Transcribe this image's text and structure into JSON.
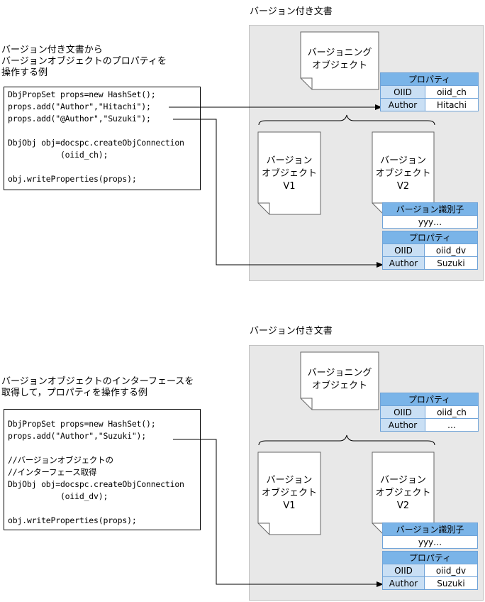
{
  "top": {
    "doc_title": "バージョン付き文書",
    "caption": [
      "バージョン付き文書から",
      "バージョンオブジェクトのプロパティを",
      "操作する例"
    ],
    "code": [
      "DbjPropSet props=new HashSet();",
      "props.add(\"Author\",\"Hitachi\");",
      "props.add(\"@Author\",\"Suzuki\");",
      "",
      "DbjObj obj=docspc.createObjConnection",
      "           (oiid_ch);",
      "",
      "obj.writeProperties(props);"
    ],
    "versioning_object": [
      "バージョニング",
      "オブジェクト"
    ],
    "versioning_props": {
      "header": "プロパティ",
      "rows": [
        [
          "OIID",
          "oiid_ch"
        ],
        [
          "Author",
          "Hitachi"
        ]
      ]
    },
    "version_v1": [
      "バージョン",
      "オブジェクト",
      "V1"
    ],
    "version_v2": [
      "バージョン",
      "オブジェクト",
      "V2"
    ],
    "version_id": {
      "header": "バージョン識別子",
      "value": "yyy…"
    },
    "version_props": {
      "header": "プロパティ",
      "rows": [
        [
          "OIID",
          "oiid_dv"
        ],
        [
          "Author",
          "Suzuki"
        ]
      ]
    }
  },
  "bottom": {
    "doc_title": "バージョン付き文書",
    "caption": [
      "バージョンオブジェクトのインターフェースを",
      "取得して，プロパティを操作する例"
    ],
    "code": [
      "DbjPropSet props=new HashSet();",
      "props.add(\"Author\",\"Suzuki\");",
      "",
      "//バージョンオブジェクトの",
      "//インターフェース取得",
      "DbjObj obj=docspc.createObjConnection",
      "           (oiid_dv);",
      "",
      "obj.writeProperties(props);"
    ],
    "versioning_object": [
      "バージョニング",
      "オブジェクト"
    ],
    "versioning_props": {
      "header": "プロパティ",
      "rows": [
        [
          "OIID",
          "oiid_ch"
        ],
        [
          "Author",
          "…"
        ]
      ]
    },
    "version_v1": [
      "バージョン",
      "オブジェクト",
      "V1"
    ],
    "version_v2": [
      "バージョン",
      "オブジェクト",
      "V2"
    ],
    "version_id": {
      "header": "バージョン識別子",
      "value": "yyy…"
    },
    "version_props": {
      "header": "プロパティ",
      "rows": [
        [
          "OIID",
          "oiid_dv"
        ],
        [
          "Author",
          "Suzuki"
        ]
      ]
    }
  },
  "colors": {
    "table_header": "#7ab4e8",
    "table_key": "#c9dff4",
    "table_border": "#6fa3d8",
    "doc_area": "#e8e8e8"
  }
}
